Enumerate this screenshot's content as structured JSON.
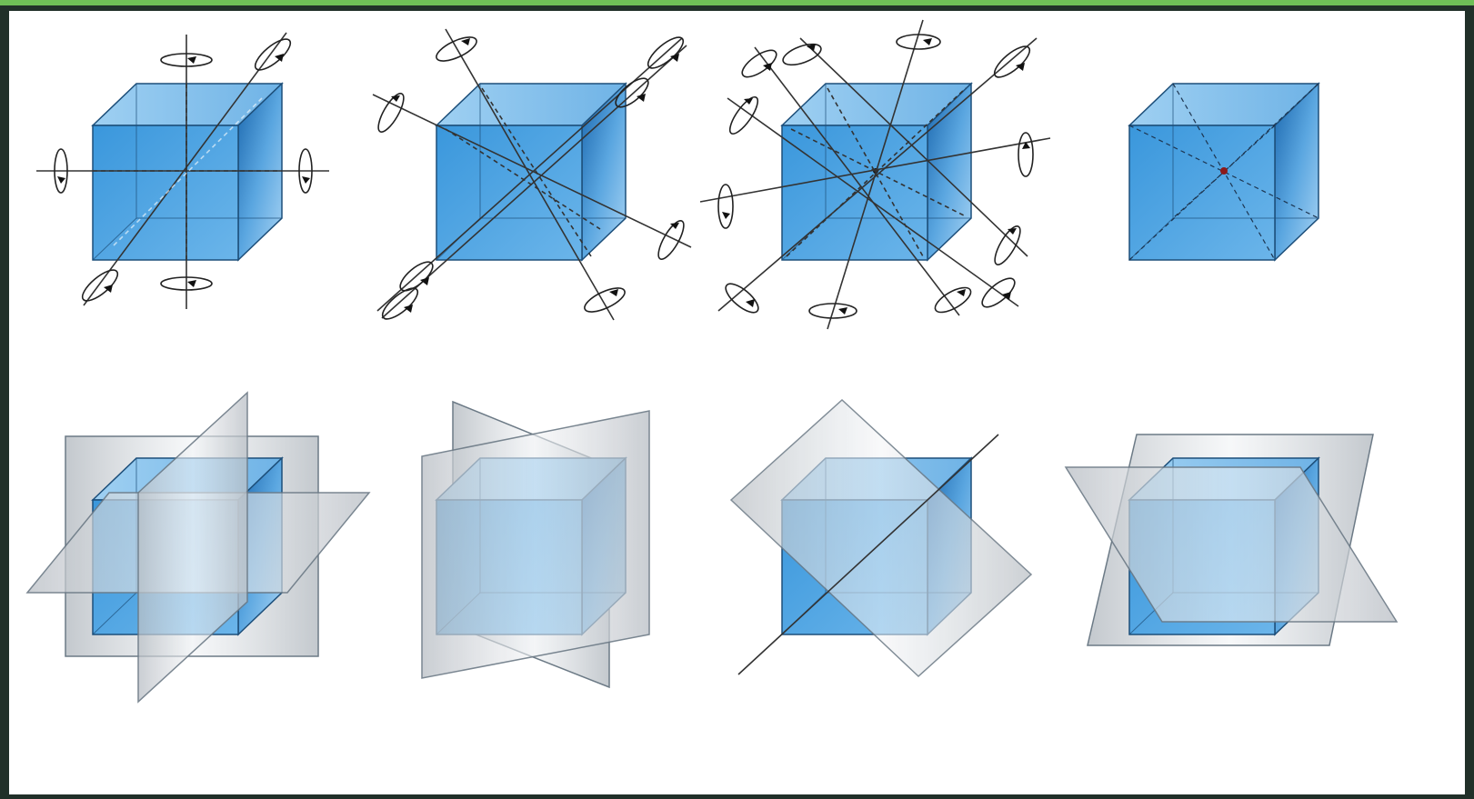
{
  "figure": {
    "rotation_axes_row": [
      {
        "id": "four-fold-axes",
        "icon": "cube-with-face-axes"
      },
      {
        "id": "two-fold-axes",
        "icon": "cube-with-edge-axes"
      },
      {
        "id": "three-fold-axes",
        "icon": "cube-with-body-diagonal-axes"
      },
      {
        "id": "inversion-center",
        "icon": "cube-with-center-point"
      }
    ],
    "mirror_planes_row": [
      {
        "id": "axial-planes",
        "icon": "cube-with-three-planes"
      },
      {
        "id": "vertical-planes",
        "icon": "cube-with-two-vertical-planes"
      },
      {
        "id": "diagonal-plane",
        "icon": "cube-with-diagonal-plane"
      },
      {
        "id": "horizontal-planes",
        "icon": "cube-with-tilted-plane"
      }
    ]
  },
  "colors": {
    "frame_border": "#6fbf57",
    "frame_background": "#213029",
    "panel_background": "#ffffff",
    "cube_front": "#2f8bd6",
    "cube_top": "#8cc6ee",
    "cube_side": "#1e6fb6",
    "cube_edge": "#1d4f7a",
    "plane_fill": "#c8cdd2",
    "axis_line": "#333333",
    "center_point": "#8b1a1a"
  }
}
